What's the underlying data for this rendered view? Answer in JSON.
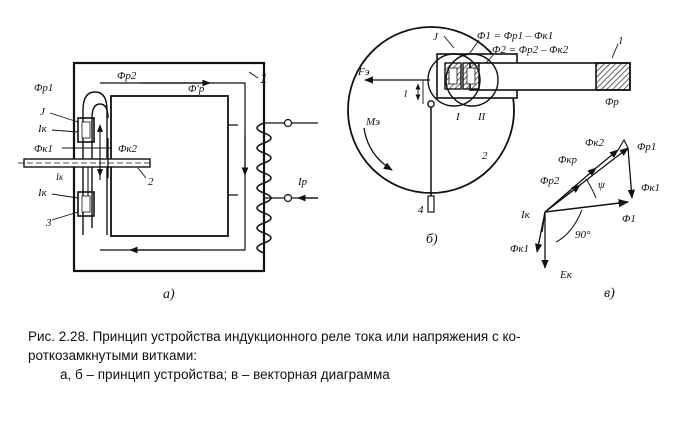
{
  "diagram_a": {
    "labels": {
      "number": "1",
      "phi_p1": "Φp1",
      "phi_p2": "Φp2",
      "phi_p_prime": "Φ'p",
      "j_top": "J",
      "i_k_top": "Iк",
      "phi_k1": "Φк1",
      "phi_k2": "Φк2",
      "disk": "2",
      "i_k_bottom": "Iк",
      "j_bottom": "3",
      "i_p": "Ip",
      "small_mark": "Iк"
    },
    "sub_label": "а)"
  },
  "diagram_b": {
    "labels": {
      "eq1": "Φ1 = Φp1 – Φк1",
      "eq2": "Φ2 = Φp2 – Φк2",
      "j": "J",
      "one": "1",
      "f_e": "Fэ",
      "l": "l",
      "m_e": "Mэ",
      "roman_one": "I",
      "roman_two": "II",
      "disk": "2",
      "phi_p": "Φp",
      "weight": "4"
    },
    "sub_label": "б)"
  },
  "diagram_v": {
    "labels": {
      "phi_k2": "Φк2",
      "phi_p1": "Φp1",
      "phi_kp": "Φкр",
      "phi_p2": "Φp2",
      "psi": "ψ",
      "phi_k1": "Φк1",
      "i_k": "Iк",
      "phi_1": "Φ1",
      "angle": "90°",
      "phi_k1_bottom": "Φк1",
      "e_k": "Eк"
    },
    "sub_label": "в)"
  },
  "caption": {
    "line1": "Рис. 2.28. Принцип устройства индукционного реле тока или напряжения с ко-",
    "line2": "роткозамкнутыми витками:",
    "line3": "а, б – принцип устройства;  в – векторная диаграмма"
  }
}
